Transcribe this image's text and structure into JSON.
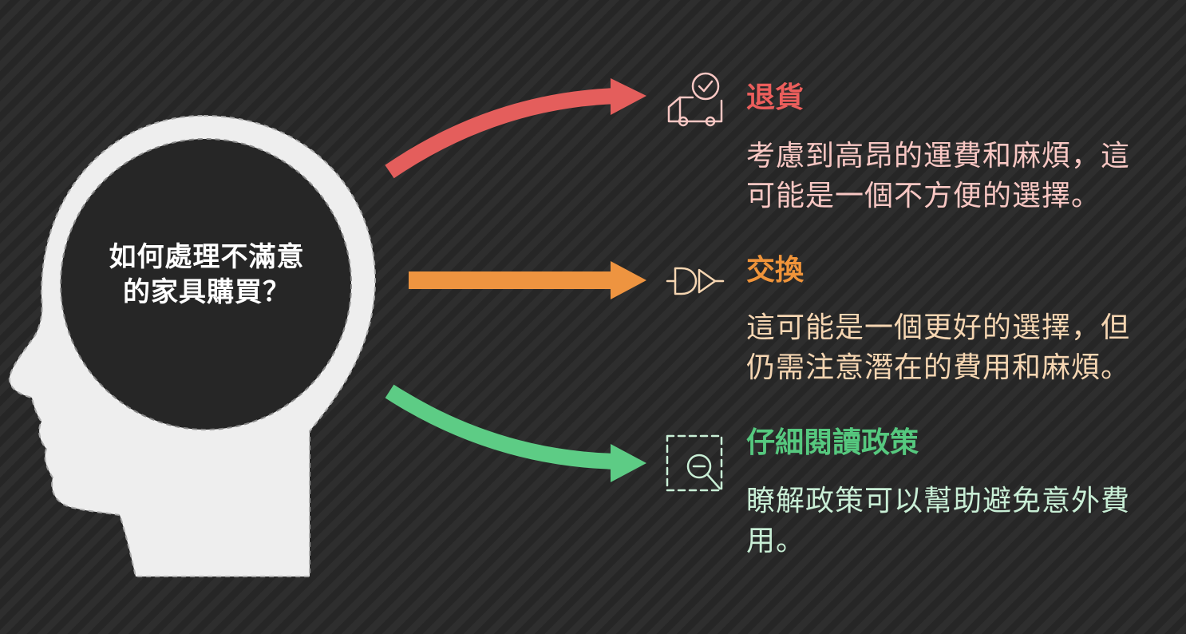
{
  "question": {
    "line1": "如何處理不滿意",
    "line2": "的家具購買？"
  },
  "options": [
    {
      "icon": "delivery-truck-check-icon",
      "title": "退貨",
      "desc_line1": "考慮到高昂的運費和麻煩，這",
      "desc_line2": "可能是一個不方便的選擇。",
      "title_color": "#ec5e5c",
      "desc_color": "#f8c7c3",
      "arrow_color": "#e45e5c"
    },
    {
      "icon": "exchange-plug-icon",
      "title": "交換",
      "desc_line1": "這可能是一個更好的選擇，但",
      "desc_line2": "仍需注意潛在的費用和麻煩。",
      "title_color": "#f0943a",
      "desc_color": "#f6d6b2",
      "arrow_color": "#ee9440"
    },
    {
      "icon": "magnify-minus-icon",
      "title": "仔細閱讀政策",
      "desc_line1": "瞭解政策可以幫助避免意外費",
      "desc_line2": "用。",
      "title_color": "#56c97f",
      "desc_color": "#c9efd6",
      "arrow_color": "#5dcc85"
    }
  ]
}
